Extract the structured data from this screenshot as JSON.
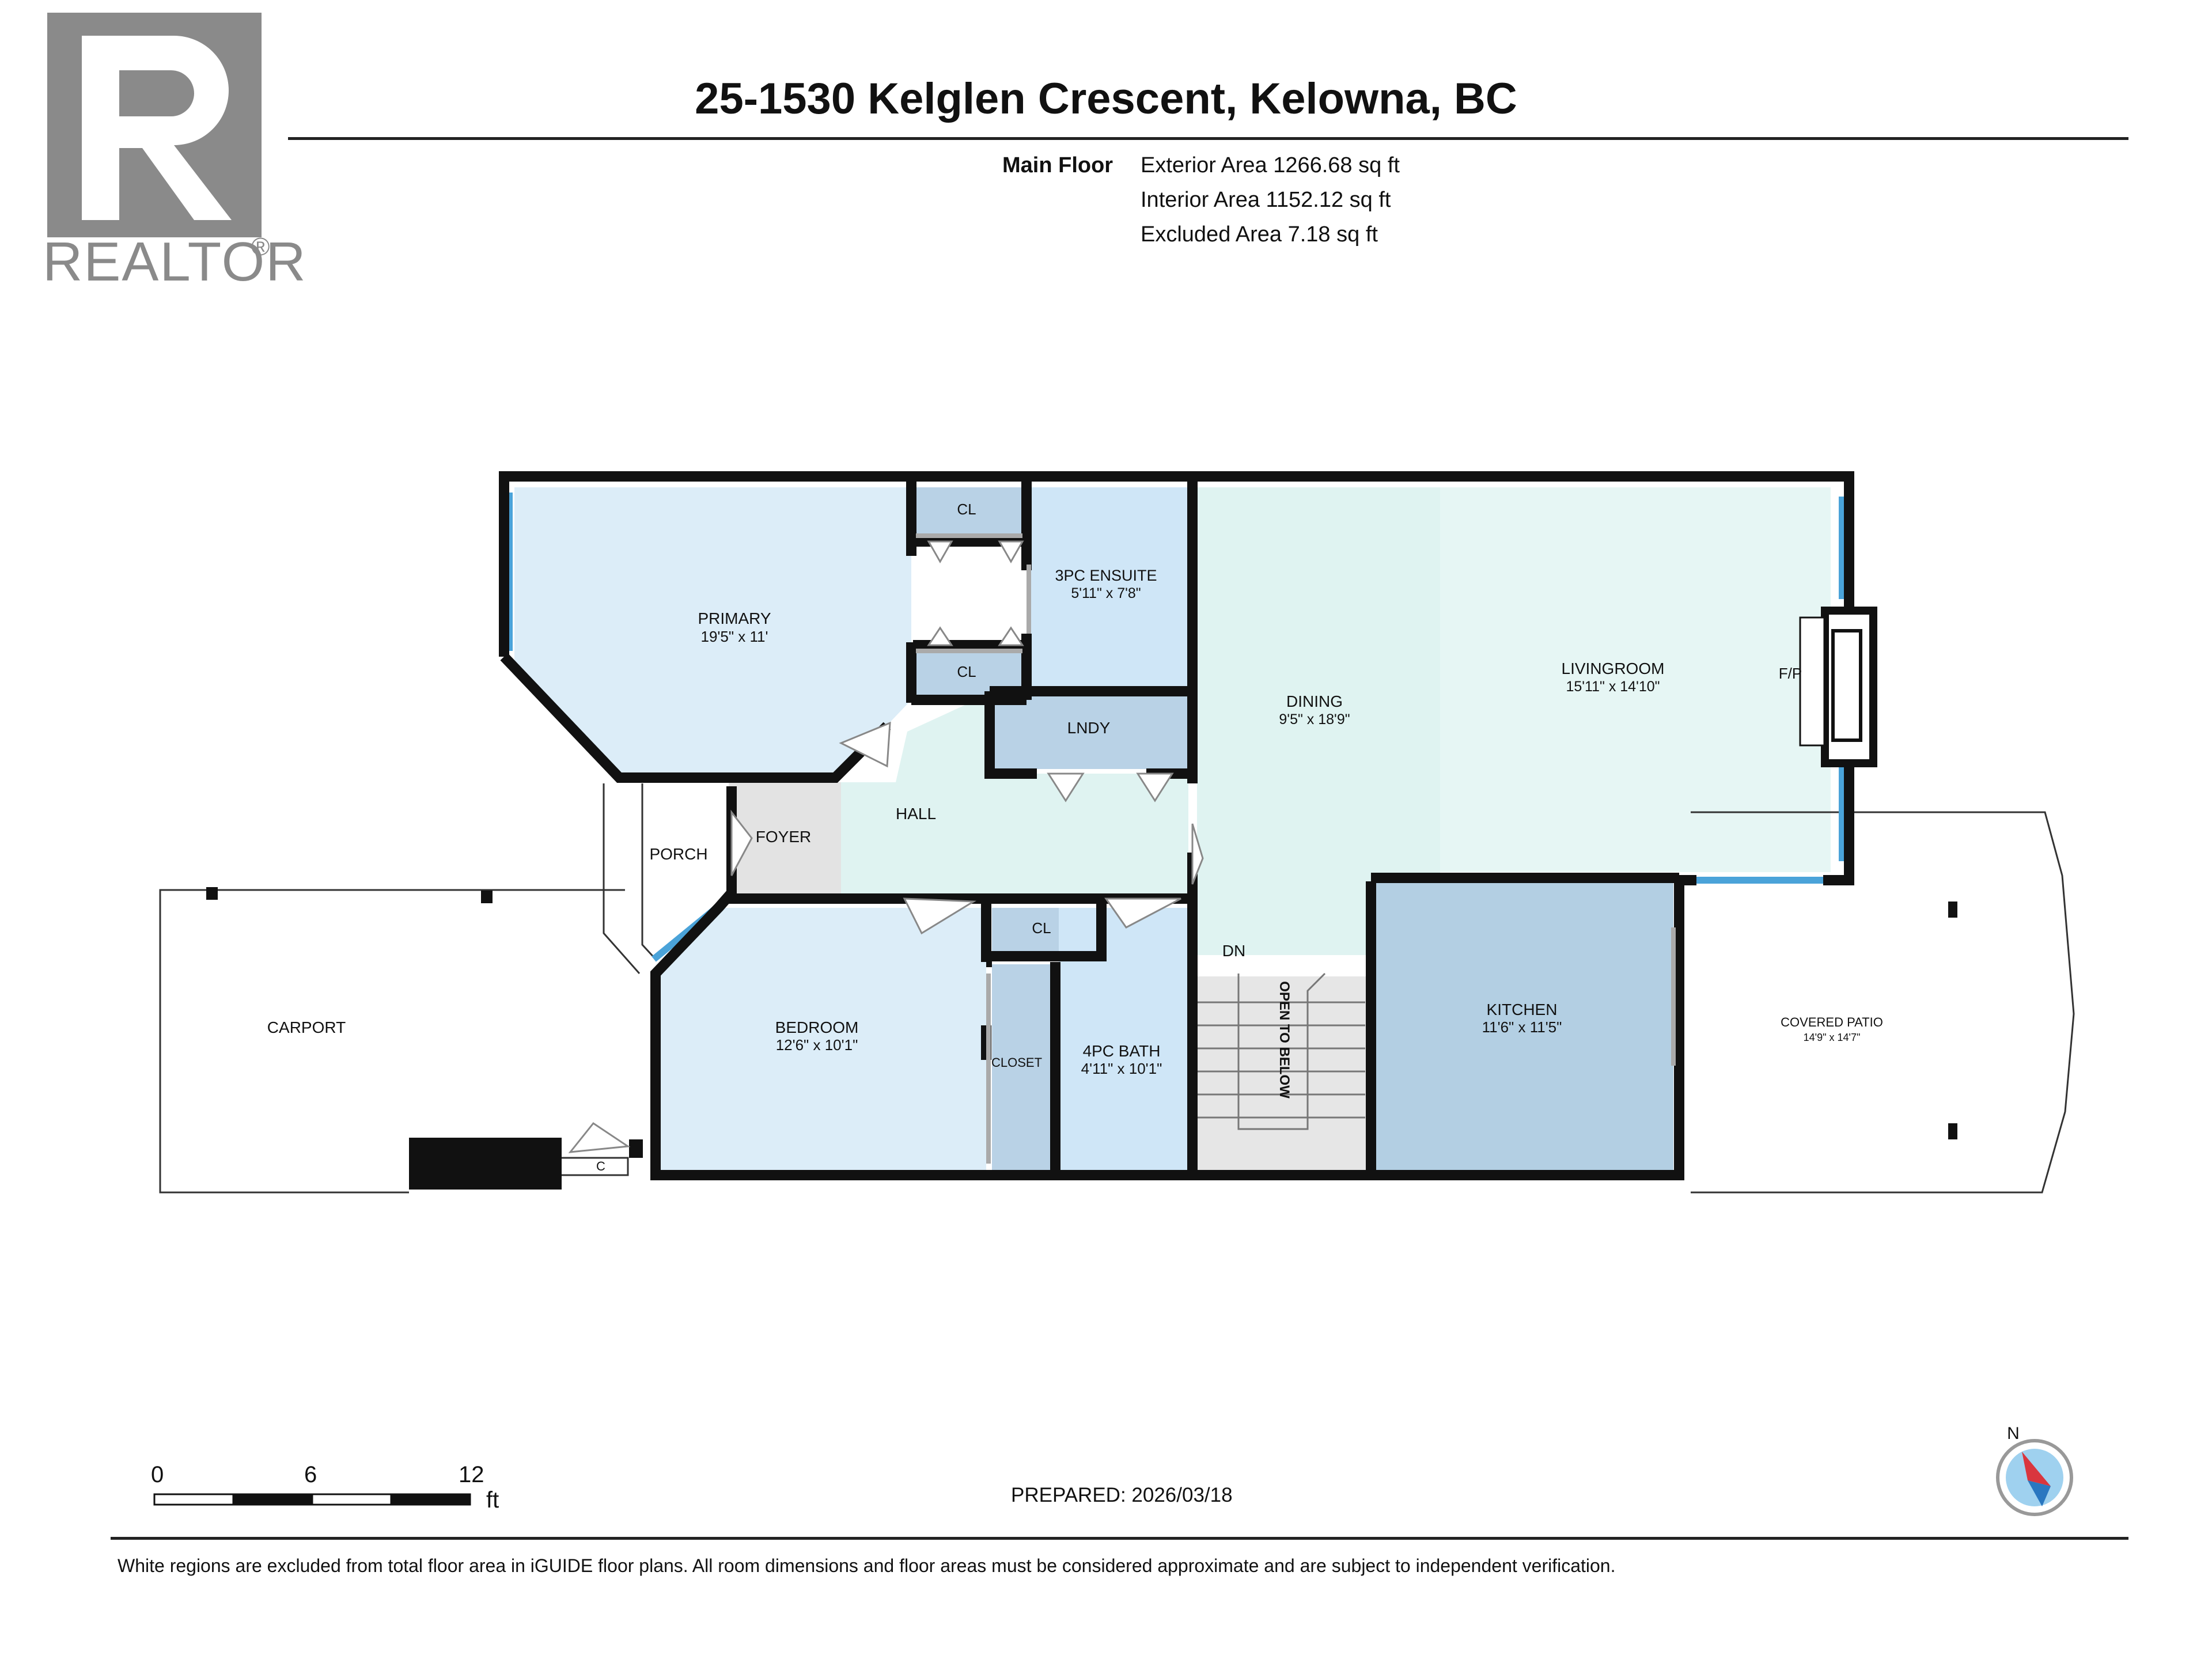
{
  "header": {
    "title": "25-1530 Kelglen Crescent, Kelowna, BC",
    "floor_label": "Main Floor",
    "exterior_area": "Exterior Area 1266.68 sq ft",
    "interior_area": "Interior Area 1152.12 sq ft",
    "excluded_area": "Excluded Area 7.18 sq ft"
  },
  "logo": {
    "word": "REALTOR",
    "reg": "®",
    "letter": "R"
  },
  "colors": {
    "wall": "#111111",
    "bedroom_fill": "#dcedf8",
    "closet_fill": "#b9d2e6",
    "bath_fill": "#cfe6f7",
    "common_fill": "#dff3f1",
    "living_fill": "#e6f6f4",
    "kitchen_fill": "#b3cfe3",
    "foyer_fill": "#e3e3e3",
    "stairs_fill": "#e6e6e6",
    "window": "#4aa3d9"
  },
  "rooms": {
    "primary": {
      "name": "PRIMARY",
      "dims": "19'5\" x 11'"
    },
    "cl_top": {
      "name": "CL"
    },
    "cl_mid": {
      "name": "CL"
    },
    "ensuite": {
      "name": "3PC ENSUITE",
      "dims": "5'11\" x 7'8\""
    },
    "lndy": {
      "name": "LNDY"
    },
    "dining": {
      "name": "DINING",
      "dims": "9'5\" x 18'9\""
    },
    "living": {
      "name": "LIVINGROOM",
      "dims": "15'11\" x 14'10\""
    },
    "fp": {
      "name": "F/P"
    },
    "porch": {
      "name": "PORCH"
    },
    "foyer": {
      "name": "FOYER"
    },
    "hall": {
      "name": "HALL"
    },
    "bedroom": {
      "name": "BEDROOM",
      "dims": "12'6\" x 10'1\""
    },
    "cl_bath": {
      "name": "CL"
    },
    "closet": {
      "name": "CLOSET"
    },
    "bath": {
      "name": "4PC BATH",
      "dims": "4'11\" x 10'1\""
    },
    "stairs_dn": {
      "name": "DN"
    },
    "open_below": {
      "name": "OPEN TO BELOW"
    },
    "kitchen": {
      "name": "KITCHEN",
      "dims": "11'6\" x 11'5\""
    },
    "patio": {
      "name": "COVERED PATIO",
      "dims": "14'9\" x 14'7\""
    },
    "carport": {
      "name": "CARPORT"
    },
    "c": {
      "name": "C"
    }
  },
  "scale": {
    "labels": [
      "0",
      "6",
      "12"
    ],
    "unit": "ft"
  },
  "compass": {
    "label": "N"
  },
  "footer": {
    "prepared": "PREPARED: 2026/03/18",
    "disclaimer": "White regions are excluded from total floor area in iGUIDE floor plans. All room dimensions and floor areas must be considered approximate and are subject to independent verification."
  }
}
